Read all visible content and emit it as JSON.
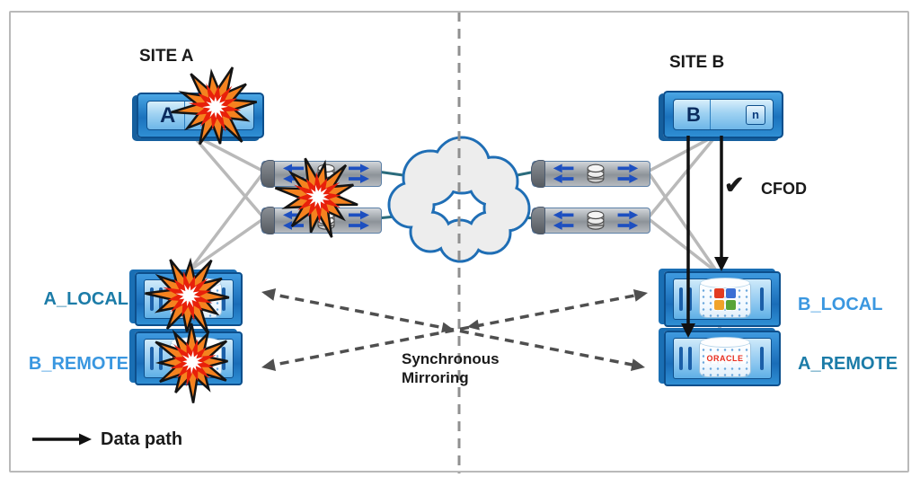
{
  "sites": {
    "a": "SITE A",
    "b": "SITE B"
  },
  "servers": {
    "a_letter": "A",
    "b_letter": "B",
    "b_logo_letter": "n"
  },
  "storage_labels": {
    "a_local": "A_LOCAL",
    "b_remote": "B_REMOTE",
    "b_local": "B_LOCAL",
    "a_remote": "A_REMOTE"
  },
  "storage_logos": {
    "oracle": "ORACLE"
  },
  "annotations": {
    "cfod_check": "✔",
    "cfod": "CFOD",
    "sync_line1": "Synchronous",
    "sync_line2": "Mirroring"
  },
  "legend": {
    "data_path": "Data path"
  },
  "colors": {
    "label_a": "#1c7ca8",
    "label_b": "#3a97e0",
    "box_border": "#0d4f8c",
    "switch_arrow": "#1d4fc0",
    "explosion_orange": "#f5821f",
    "explosion_red": "#e8200a",
    "cloud_fill": "#ededed",
    "cloud_stroke": "#1f6eb5",
    "teal_line": "#2a6b7c",
    "fabric_gray": "#b9b9b9",
    "divider_gray": "#909090",
    "dashed_dark": "#4f4f4f",
    "data_path_black": "#111111",
    "oracle_red": "#e82c1e",
    "office_red": "#e23c22",
    "office_blue": "#3b6fd4",
    "office_orange": "#f0a32a",
    "office_green": "#57a437"
  }
}
